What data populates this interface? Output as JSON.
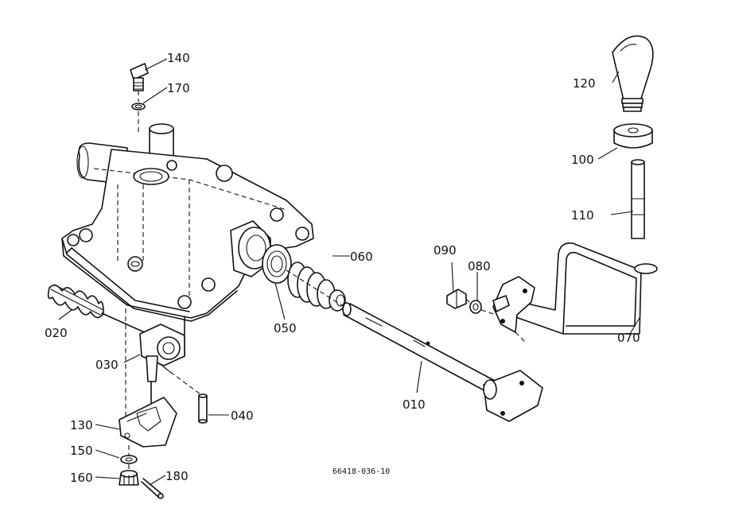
{
  "diagram": {
    "drawing_number": "66418-036-10",
    "parts": [
      {
        "id": "p140",
        "number": "140"
      },
      {
        "id": "p170",
        "number": "170"
      },
      {
        "id": "p120",
        "number": "120"
      },
      {
        "id": "p100",
        "number": "100"
      },
      {
        "id": "p110",
        "number": "110"
      },
      {
        "id": "p060",
        "number": "060"
      },
      {
        "id": "p090",
        "number": "090"
      },
      {
        "id": "p080",
        "number": "080"
      },
      {
        "id": "p070",
        "number": "070"
      },
      {
        "id": "p050",
        "number": "050"
      },
      {
        "id": "p020",
        "number": "020"
      },
      {
        "id": "p030",
        "number": "030"
      },
      {
        "id": "p040",
        "number": "040"
      },
      {
        "id": "p010",
        "number": "010"
      },
      {
        "id": "p130",
        "number": "130"
      },
      {
        "id": "p150",
        "number": "150"
      },
      {
        "id": "p160",
        "number": "160"
      },
      {
        "id": "p180",
        "number": "180"
      }
    ]
  }
}
